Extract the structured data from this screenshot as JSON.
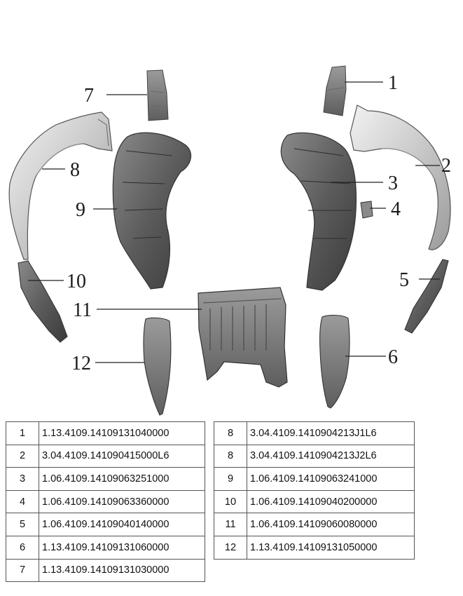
{
  "callouts": [
    "1",
    "2",
    "3",
    "4",
    "5",
    "6",
    "7",
    "8",
    "9",
    "10",
    "11",
    "12"
  ],
  "parts_left": [
    {
      "no": "1",
      "part": "1.13.4109.14109131040000"
    },
    {
      "no": "2",
      "part": "3.04.4109.141090415000L6"
    },
    {
      "no": "3",
      "part": "1.06.4109.14109063251000"
    },
    {
      "no": "4",
      "part": "1.06.4109.14109063360000"
    },
    {
      "no": "5",
      "part": "1.06.4109.14109040140000"
    },
    {
      "no": "6",
      "part": "1.13.4109.14109131060000"
    },
    {
      "no": "7",
      "part": "1.13.4109.14109131030000"
    }
  ],
  "parts_right": [
    {
      "no": "8",
      "part": "3.04.4109.1410904213J1L6"
    },
    {
      "no": "8",
      "part": "3.04.4109.1410904213J2L6"
    },
    {
      "no": "9",
      "part": "1.06.4109.14109063241000"
    },
    {
      "no": "10",
      "part": "1.06.4109.14109040200000"
    },
    {
      "no": "11",
      "part": "1.06.4109.14109060080000"
    },
    {
      "no": "12",
      "part": "1.13.4109.14109131050000"
    }
  ]
}
